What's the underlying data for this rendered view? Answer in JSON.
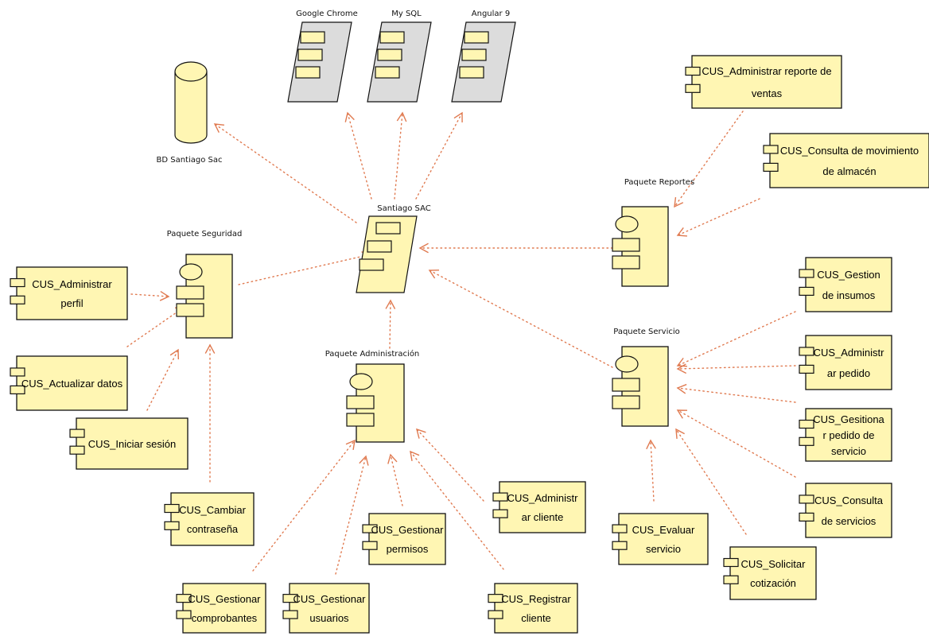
{
  "technologies": {
    "chrome": "Google Chrome",
    "mysql": "My SQL",
    "angular": "Angular 9"
  },
  "database": {
    "label": "BD Santiago Sac"
  },
  "system": {
    "label": "Santiago SAC"
  },
  "packages": {
    "seguridad": "Paquete Seguridad",
    "administracion": "Paquete Administración",
    "reportes": "Paquete Reportes",
    "servicio": "Paquete Servicio"
  },
  "use_cases": {
    "administrar_perfil": [
      "CUS_Administrar",
      "perfil"
    ],
    "actualizar_datos": [
      "CUS_Actualizar datos"
    ],
    "iniciar_sesion": [
      "CUS_Iniciar sesión"
    ],
    "cambiar_contrasena": [
      "CUS_Cambiar",
      "contraseña"
    ],
    "gestionar_comprobantes": [
      "CUS_Gestionar",
      "comprobantes"
    ],
    "gestionar_usuarios": [
      "CUS_Gestionar",
      "usuarios"
    ],
    "gestionar_permisos": [
      "CUS_Gestionar",
      "permisos"
    ],
    "registrar_cliente": [
      "CUS_Registrar",
      "cliente"
    ],
    "administrar_cliente": [
      "CUS_Administr",
      "ar cliente"
    ],
    "administrar_reporte_ventas": [
      "CUS_Administrar reporte de",
      "ventas"
    ],
    "consulta_movimiento_almacen": [
      "CUS_Consulta de movimiento",
      "de almacén"
    ],
    "gestion_insumos": [
      "CUS_Gestion",
      "de insumos"
    ],
    "administrar_pedido": [
      "CUS_Administr",
      "ar pedido"
    ],
    "gestionar_pedido_servicio": [
      "CUS_Gesitiona",
      "r pedido de",
      "servicio"
    ],
    "consulta_servicios": [
      "CUS_Consulta",
      "de servicios"
    ],
    "solicitar_cotizacion": [
      "CUS_Solicitar",
      "cotización"
    ],
    "evaluar_servicio": [
      "CUS_Evaluar",
      "servicio"
    ]
  },
  "colors": {
    "component_fill": "#fff6b3",
    "technology_fill": "#dcdcdc",
    "dependency_line": "#e07a50",
    "outline": "#111111"
  }
}
